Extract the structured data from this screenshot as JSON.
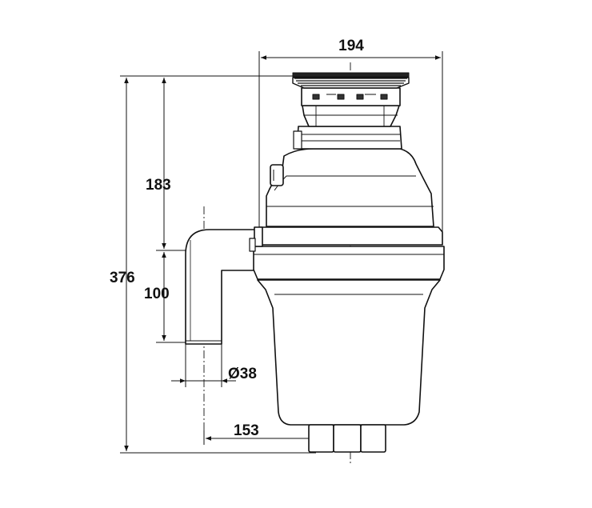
{
  "dimensions": {
    "overall_width": "194",
    "overall_height": "376",
    "top_to_outlet": "183",
    "outlet_drop": "100",
    "outlet_diameter": "Ø38",
    "outlet_offset": "153"
  },
  "colors": {
    "line": "#111111",
    "body_fill": "#ffffff",
    "background": "#ffffff"
  }
}
